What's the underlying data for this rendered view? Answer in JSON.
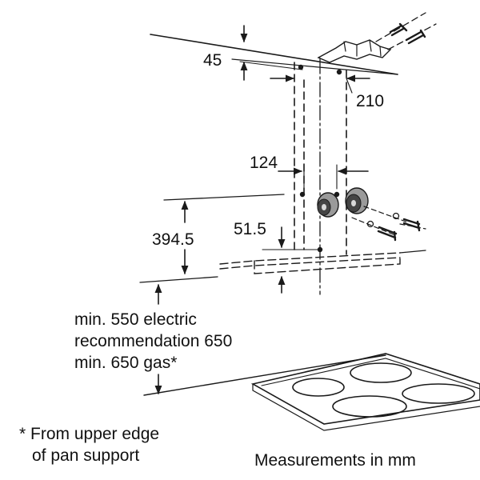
{
  "dimensions": {
    "top_offset": "45",
    "bracket_width": "210",
    "duct_inner_width": "124",
    "hood_height": "394.5",
    "fan_bracket_offset": "51.5"
  },
  "clearance_notes": [
    "min. 550 electric",
    "recommendation 650",
    "min. 650 gas*"
  ],
  "footnote": [
    "* From upper edge",
    "of pan support"
  ],
  "units_note": "Measurements in mm",
  "colors": {
    "line": "#1a1a1a",
    "fan_dark": "#444444",
    "fan_light": "#9a9a9a"
  }
}
